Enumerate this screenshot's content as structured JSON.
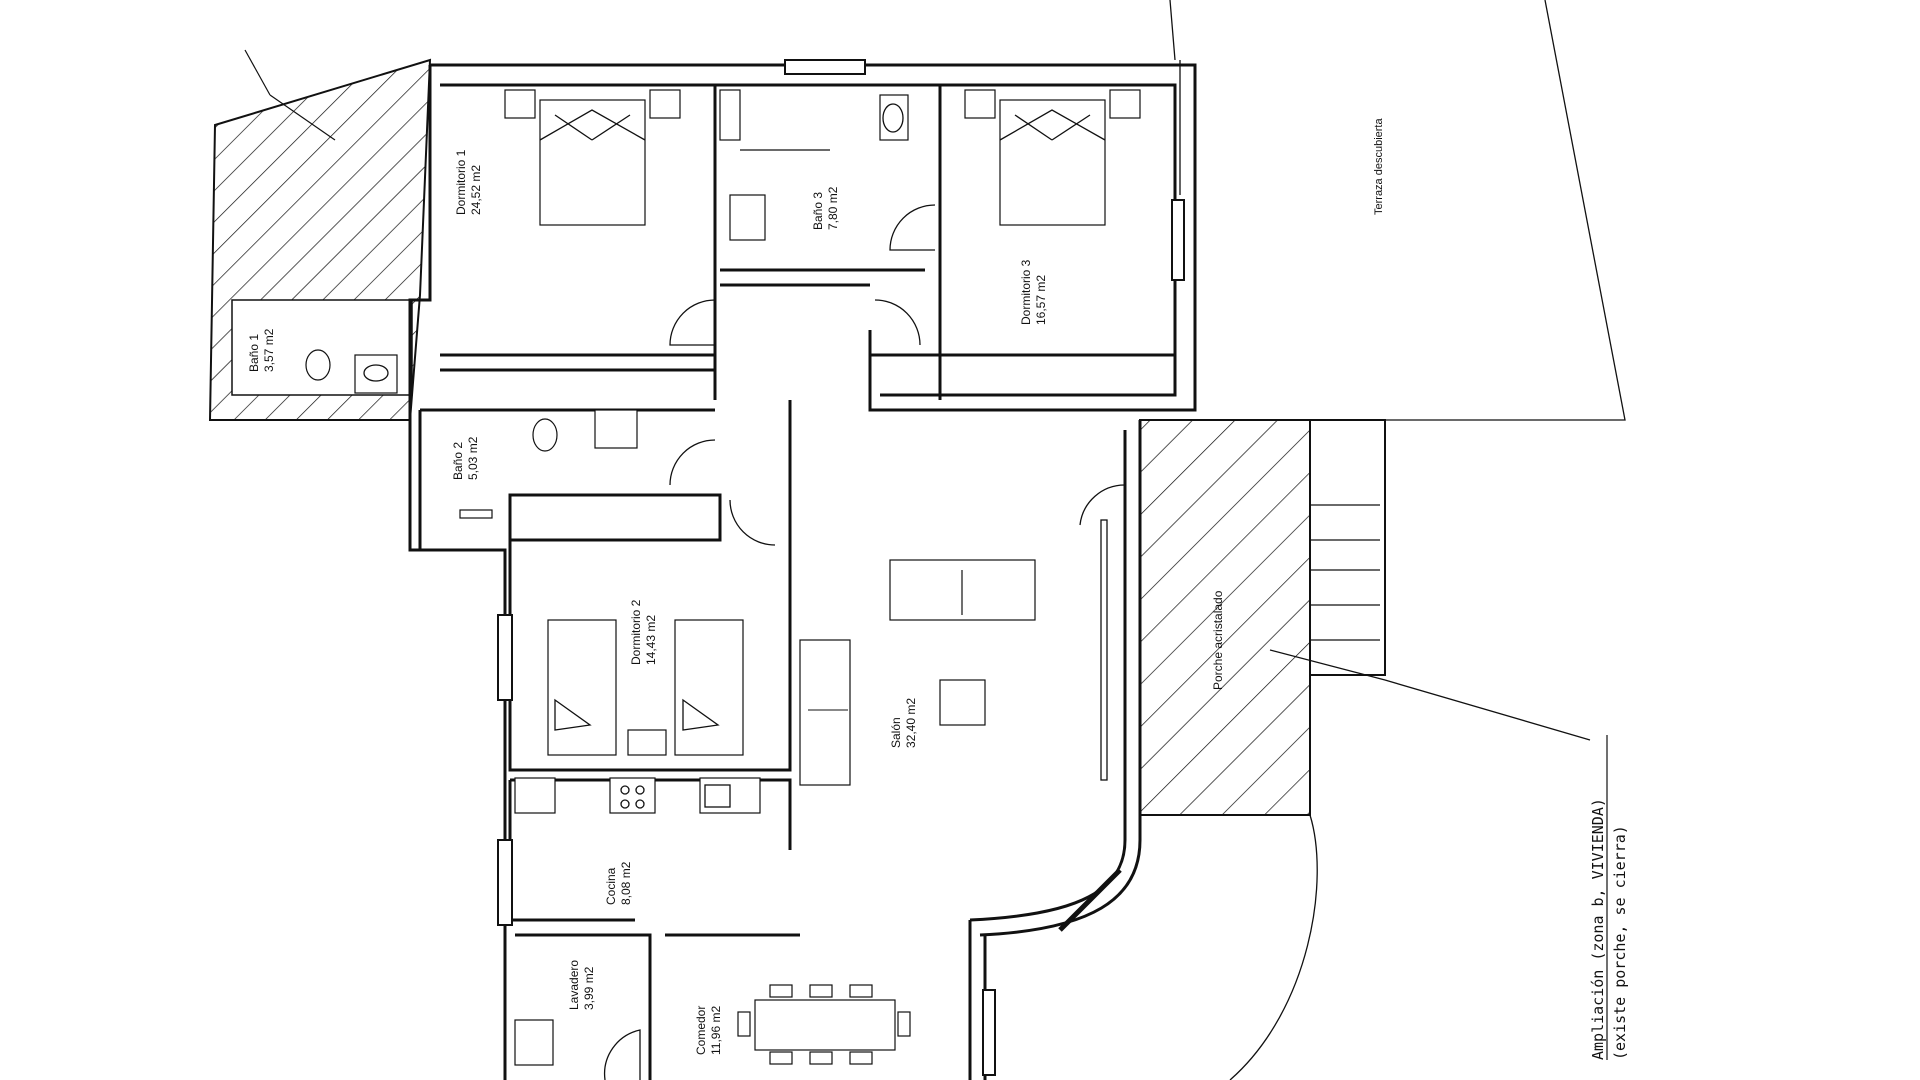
{
  "plan": {
    "rooms": [
      {
        "id": "dormitorio-1",
        "name": "Dormitorio 1",
        "area": "24,52 m2"
      },
      {
        "id": "bano-3",
        "name": "Baño 3",
        "area": "7,80 m2"
      },
      {
        "id": "dormitorio-3",
        "name": "Dormitorio 3",
        "area": "16,57 m2"
      },
      {
        "id": "bano-1",
        "name": "Baño 1",
        "area": "3,57 m2"
      },
      {
        "id": "bano-2",
        "name": "Baño 2",
        "area": "5,03 m2"
      },
      {
        "id": "dormitorio-2",
        "name": "Dormitorio 2",
        "area": "14,43 m2"
      },
      {
        "id": "salon",
        "name": "Salón",
        "area": "32,40 m2"
      },
      {
        "id": "cocina",
        "name": "Cocina",
        "area": "8,08 m2"
      },
      {
        "id": "lavadero",
        "name": "Lavadero",
        "area": "3,99 m2"
      },
      {
        "id": "comedor",
        "name": "Comedor",
        "area": "11,96 m2"
      }
    ],
    "zones": {
      "terraza": "Terraza descubierta",
      "porche": "Porche acristalado"
    },
    "note": {
      "line1": "Ampliación (zona b, VIVIENDA)",
      "line2": "(existe porche, se cierra)"
    },
    "colors": {
      "line": "#111111",
      "background": "#ffffff"
    }
  }
}
